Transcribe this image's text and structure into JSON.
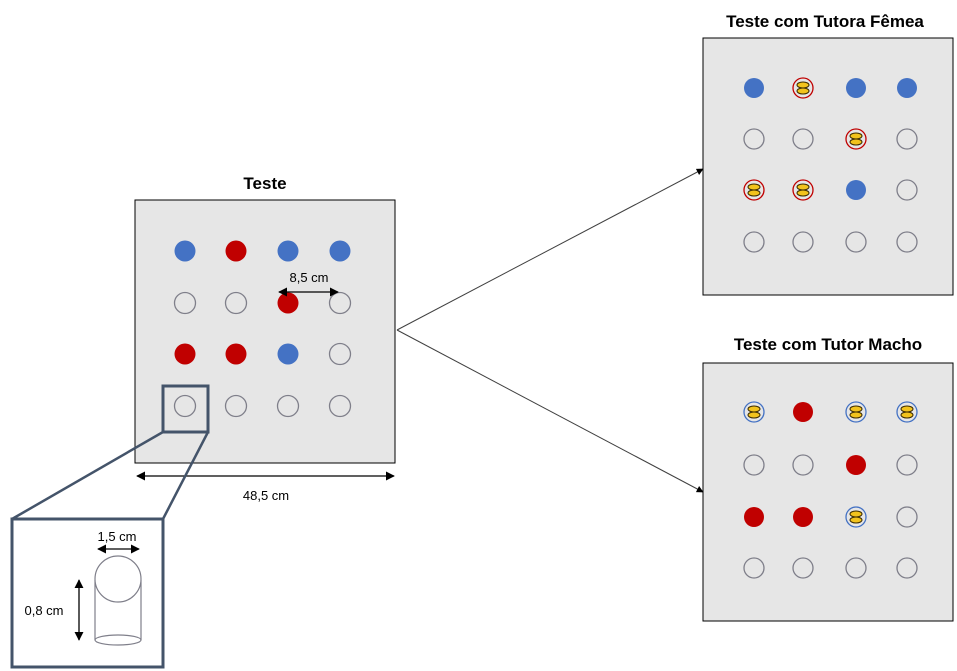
{
  "main_panel": {
    "title": "Teste",
    "spacing_label": "8,5 cm",
    "width_label": "48,5 cm",
    "grid": [
      [
        "blue",
        "red",
        "blue",
        "blue"
      ],
      [
        "empty",
        "empty",
        "red",
        "empty"
      ],
      [
        "red",
        "red",
        "blue",
        "empty"
      ],
      [
        "empty",
        "empty",
        "empty",
        "empty"
      ]
    ]
  },
  "female_panel": {
    "title": "Teste com Tutora Fêmea",
    "grid": [
      [
        "blue",
        "red-food",
        "blue",
        "blue"
      ],
      [
        "empty",
        "empty",
        "red-food",
        "empty"
      ],
      [
        "red-food",
        "red-food",
        "blue",
        "empty"
      ],
      [
        "empty",
        "empty",
        "empty",
        "empty"
      ]
    ]
  },
  "male_panel": {
    "title": "Teste com Tutor Macho",
    "grid": [
      [
        "blue-food",
        "red",
        "blue-food",
        "blue-food"
      ],
      [
        "empty",
        "empty",
        "red",
        "empty"
      ],
      [
        "red",
        "red",
        "blue-food",
        "empty"
      ],
      [
        "empty",
        "empty",
        "empty",
        "empty"
      ]
    ]
  },
  "well_detail": {
    "diameter_label": "1,5 cm",
    "depth_label": "0,8 cm"
  },
  "colors": {
    "panel_fill": "#e6e6e6",
    "blue": "#4472c4",
    "red": "#c00000",
    "empty_stroke": "#7f7f8a",
    "zoom_box": "#44546a",
    "food": "#f2c31d"
  }
}
